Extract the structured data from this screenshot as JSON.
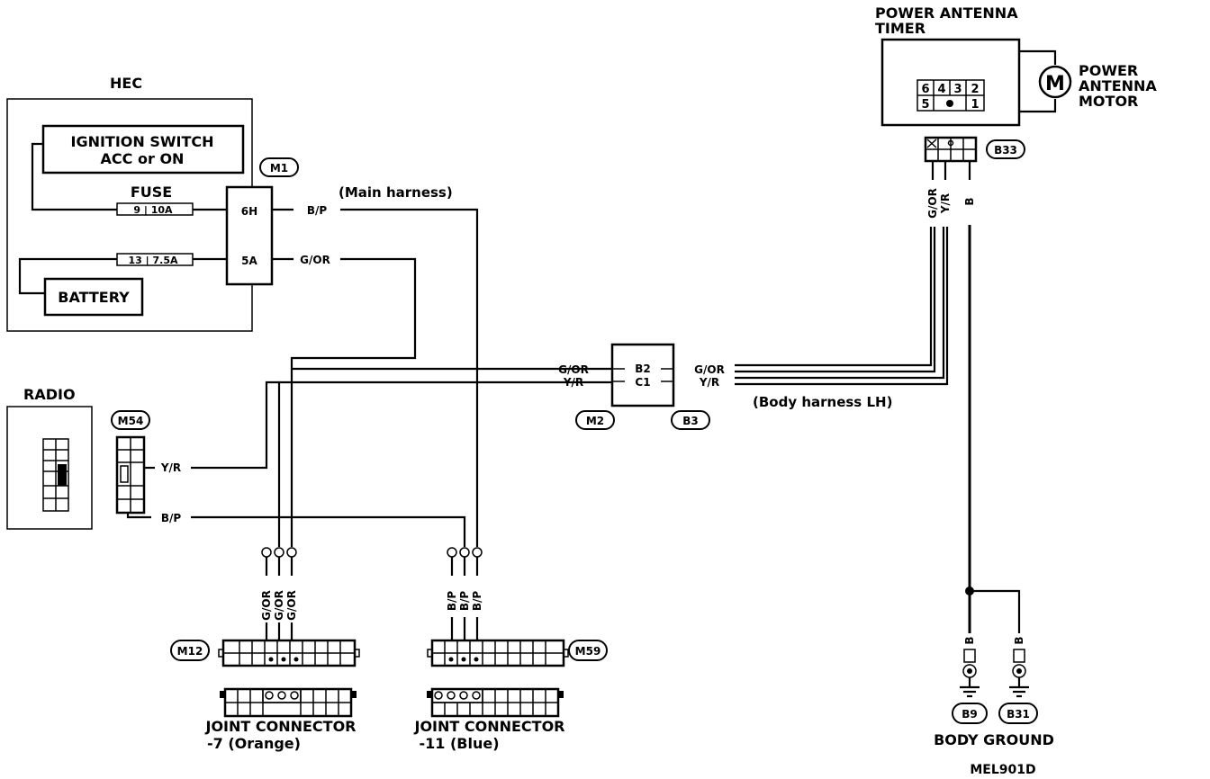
{
  "hec": {
    "title": "HEC",
    "ignition_line1": "IGNITION SWITCH",
    "ignition_line2": "ACC or ON",
    "fuse_label": "FUSE",
    "fuse1_label": "9 | 10A",
    "fuse2_label": "13 | 7.5A",
    "battery": "BATTERY"
  },
  "connectors": {
    "m1": "M1",
    "m54": "M54",
    "m2": "M2",
    "b3": "B3",
    "b33": "B33",
    "m12": "M12",
    "m59": "M59",
    "b9": "B9",
    "b31": "B31"
  },
  "terminals": {
    "t6h": "6H",
    "t5a": "5A",
    "tb2": "B2",
    "tc1": "C1"
  },
  "wires": {
    "bp": "B/P",
    "gor": "G/OR",
    "yr": "Y/R",
    "b": "B",
    "gor_b33": "G/OR"
  },
  "harness": {
    "main": "(Main harness)",
    "body": "(Body harness LH)"
  },
  "radio": {
    "title": "RADIO"
  },
  "timer": {
    "title_line1": "POWER ANTENNA",
    "title_line2": "TIMER",
    "pins_top": [
      "6",
      "4",
      "3",
      "2"
    ],
    "pins_bottom": [
      "5",
      "1"
    ]
  },
  "motor": {
    "line1": "POWER",
    "line2": "ANTENNA",
    "line3": "MOTOR",
    "symbol": "M"
  },
  "joint7": {
    "line1": "JOINT CONNECTOR",
    "line2": "-7 (Orange)"
  },
  "joint11": {
    "line1": "JOINT CONNECTOR",
    "line2": "-11 (Blue)"
  },
  "ground": {
    "title": "BODY GROUND"
  },
  "diagram_code": "MEL901D"
}
